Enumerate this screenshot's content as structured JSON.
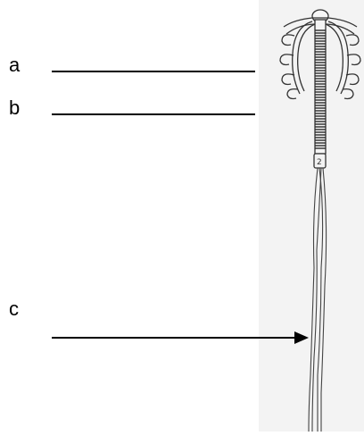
{
  "labels": {
    "a": "a",
    "b": "b",
    "c": "c"
  },
  "colors": {
    "ink": "#000000",
    "device_fill": "#f4f4f4",
    "device_stroke": "#333333",
    "coil": "#2a2a2a",
    "backdrop": "#f3f3f3"
  },
  "icons": {
    "device": "iud-illustration"
  }
}
